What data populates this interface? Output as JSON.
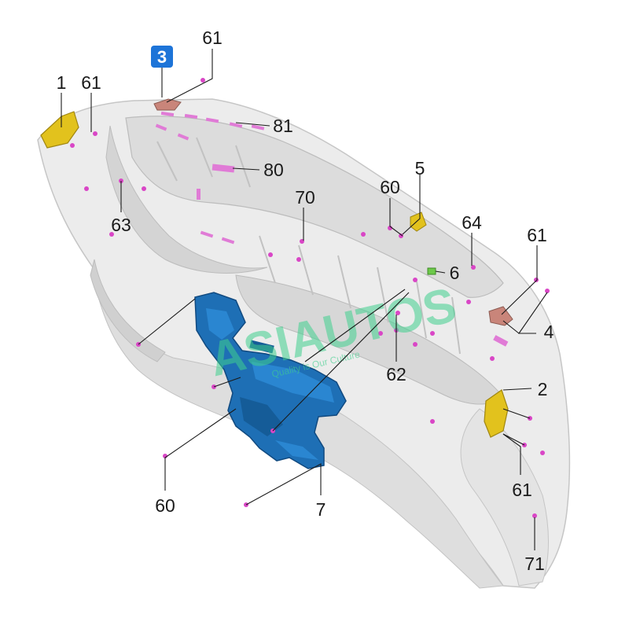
{
  "diagram": {
    "badge_label": "3",
    "watermark": {
      "brand": "ASIAUTOS",
      "tagline": "Quality is Our Culture"
    },
    "callouts": {
      "c1": "1",
      "c61a": "61",
      "c61b": "61",
      "c81": "81",
      "c80": "80",
      "c63": "63",
      "c70": "70",
      "c60a": "60",
      "c5": "5",
      "c64": "64",
      "c6": "6",
      "c61c": "61",
      "c4": "4",
      "c62": "62",
      "c2": "2",
      "c61d": "61",
      "c60b": "60",
      "c7": "7",
      "c71": "71"
    },
    "colors": {
      "bumper": "#ececec",
      "bracket": "#1e6fb5",
      "guide": "#e2c21d",
      "clip": "#d946c6",
      "badge": "#1d74d8",
      "watermark": "#3fcf8e"
    }
  }
}
